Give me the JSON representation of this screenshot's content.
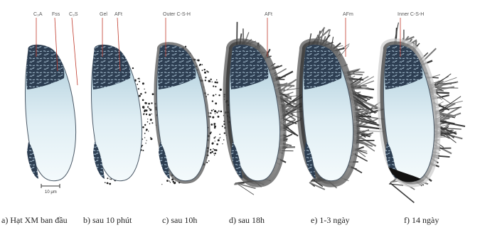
{
  "panels": [
    {
      "id": "a",
      "caption": "a) Hạt XM ban đầu",
      "labels": [
        "C₃A",
        "Fss",
        "C₃S"
      ],
      "stage": 0
    },
    {
      "id": "b",
      "caption": "b) sau 10 phút",
      "labels": [
        "Gel",
        "AFt"
      ],
      "stage": 1
    },
    {
      "id": "c",
      "caption": "c) sau 10h",
      "labels": [
        "Outer C-S-H"
      ],
      "stage": 2
    },
    {
      "id": "d",
      "caption": "d) sau 18h",
      "labels": [
        "AFt"
      ],
      "stage": 3
    },
    {
      "id": "e",
      "caption": "e) 1-3 ngày",
      "labels": [
        "AFm"
      ],
      "stage": 4
    },
    {
      "id": "f",
      "caption": "f) 14 ngày",
      "labels": [
        "Inner C-S-H"
      ],
      "stage": 5
    }
  ],
  "scale_bar": "10 μm"
}
